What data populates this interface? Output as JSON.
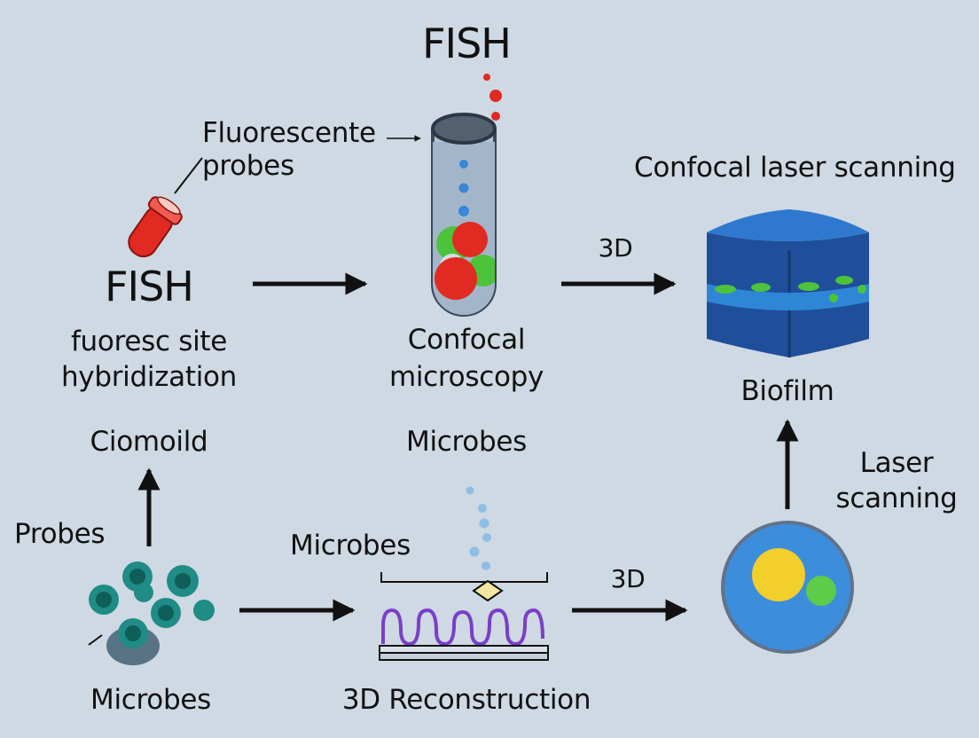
{
  "labels": {
    "fish_top": "FISH",
    "fluorescente": "Fluorescente",
    "probes_upper": "probes",
    "confocal_laser_scanning": "Confocal laser scanning",
    "fish_left": "FISH",
    "fuoresc_site": "fuoresc site",
    "hybridization": "hybridization",
    "confocal": "Confocal",
    "microscopy": "microscopy",
    "three_d_top": "3D",
    "biofilm": "Biofilm",
    "ciomoild": "Ciomoild",
    "microbes_center": "Microbes",
    "laser": "Laser",
    "scanning": "scanning",
    "probes_left": "Probes",
    "microbes_stage": "Microbes",
    "three_d_bottom": "3D",
    "microbes_bottom": "Microbes",
    "reconstruction": "3D Reconstruction"
  },
  "colors": {
    "background": "#ced9e3",
    "probe_red": "#e02a22",
    "tube_body": "#b7c4d1",
    "tube_liquid": "#8fa7bf",
    "dot_blue": "#3a86d8",
    "cell_green": "#4cc33a",
    "biofilm_blue": "#1f4e9a",
    "biofilm_top": "#2f78cf",
    "microbe_teal": "#1f8c86",
    "wave_purple": "#7a3fc7",
    "cell_sphere": "#3d8ddd",
    "nucleus_yellow": "#f2cf2a",
    "arrow": "#111111"
  },
  "icons": [
    "probe-tube-icon",
    "test-tube-icon",
    "biofilm-cube-icon",
    "microbes-cluster-icon",
    "microscope-stage-icon",
    "cell-sphere-icon"
  ]
}
